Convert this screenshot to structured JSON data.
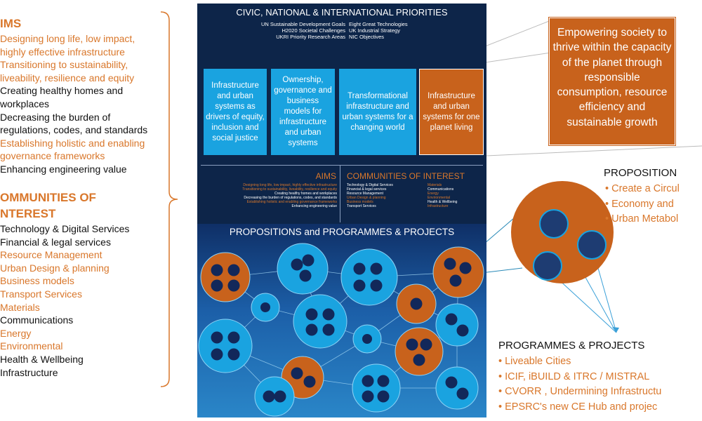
{
  "left": {
    "aims_heading": "IMS",
    "aims": [
      {
        "text": "Designing long life, low impact,",
        "color": "orange"
      },
      {
        "text": "highly effective infrastructure",
        "color": "orange"
      },
      {
        "text": "Transitioning to sustainability,",
        "color": "orange"
      },
      {
        "text": "liveability, resilience and equity",
        "color": "orange"
      },
      {
        "text": "Creating healthy  homes and",
        "color": "black"
      },
      {
        "text": "workplaces",
        "color": "black"
      },
      {
        "text": "Decreasing the burden of",
        "color": "black"
      },
      {
        "text": "regulations, codes, and standards",
        "color": "black"
      },
      {
        "text": "Establishing holistic and enabling",
        "color": "orange"
      },
      {
        "text": "governance frameworks",
        "color": "orange"
      },
      {
        "text": "Enhancing engineering value",
        "color": "black"
      }
    ],
    "coi_heading_1": "OMMUNITIES OF",
    "coi_heading_2": "NTEREST",
    "coi": [
      {
        "text": "Technology & Digital Services",
        "color": "black"
      },
      {
        "text": "Financial & legal services",
        "color": "black"
      },
      {
        "text": "Resource Management",
        "color": "orange"
      },
      {
        "text": "Urban Design & planning",
        "color": "orange"
      },
      {
        "text": "Business models",
        "color": "orange"
      },
      {
        "text": "Transport Services",
        "color": "orange"
      },
      {
        "text": "Materials",
        "color": "orange"
      },
      {
        "text": "Communications",
        "color": "black"
      },
      {
        "text": "Energy",
        "color": "orange"
      },
      {
        "text": "Environmental",
        "color": "orange"
      },
      {
        "text": "Health & Wellbeing",
        "color": "black"
      },
      {
        "text": "Infrastructure",
        "color": "black"
      }
    ]
  },
  "panel": {
    "title": "CIVIC, NATIONAL & INTERNATIONAL  PRIORITIES",
    "priorities_left": [
      "UN Sustainable Development Goals",
      "H2020 Societal Challenges",
      "UKRI Priority Research Areas"
    ],
    "priorities_right": [
      "Eight Great Technologies",
      "UK Industrial Strategy",
      "NIC Objectives"
    ],
    "boxes": [
      "Infrastructure and urban systems as drivers of equity, inclusion and social justice",
      "Ownership, governance and business models for infrastructure and urban systems",
      "Transformational infrastructure and urban systems for a changing world",
      "Infrastructure and urban systems for one planet living"
    ],
    "aims_label": "AIMS",
    "aims_small": [
      {
        "text": "Designing long life, low impact, highly effective infrastructure",
        "color": "orange"
      },
      {
        "text": "Transitioning to sustainability, liveability, resilience and equity",
        "color": "orange"
      },
      {
        "text": "Creating healthy homes and workplaces",
        "color": "white"
      },
      {
        "text": "Decreasing the burden of regulations, codes, and standards",
        "color": "white"
      },
      {
        "text": "Establishing holistic and enabling governance frameworks",
        "color": "orange"
      },
      {
        "text": "Enhancing engineering value",
        "color": "white"
      }
    ],
    "coi_label": "COMMUNITIES  OF INTEREST",
    "coi_small_left": [
      {
        "text": "Technology & Digital Services",
        "color": "white"
      },
      {
        "text": "Financial & legal services",
        "color": "white"
      },
      {
        "text": "Resource Management",
        "color": "white"
      },
      {
        "text": "Urban Design & planning",
        "color": "orange"
      },
      {
        "text": "Business models",
        "color": "orange"
      },
      {
        "text": "Transport Services",
        "color": "white"
      }
    ],
    "coi_small_right": [
      {
        "text": "Materials",
        "color": "orange"
      },
      {
        "text": "Communications",
        "color": "white"
      },
      {
        "text": "Energy",
        "color": "orange"
      },
      {
        "text": "Environmental",
        "color": "orange"
      },
      {
        "text": "Health & Wellbeing",
        "color": "white"
      },
      {
        "text": "Infrastructure",
        "color": "orange"
      }
    ],
    "programmes_label": "PROPOSITIONS and PROGRAMMES & PROJECTS"
  },
  "callout": "Empowering society to thrive within the capacity of the planet through responsible consumption, resource efficiency and sustainable growth",
  "proposition": {
    "heading": "PROPOSITION",
    "items": [
      "Create a Circul",
      "Economy and",
      "Urban Metabol"
    ]
  },
  "programmes": {
    "heading": "PROGRAMMES  & PROJECTS",
    "items": [
      "Liveable Cities",
      "ICIF, iBUILD & ITRC / MISTRAL",
      "CVORR , Undermining Infrastructu",
      "EPSRC's new CE Hub and projec"
    ]
  },
  "colors": {
    "orange": "#d9772b",
    "navy": "#0d2549",
    "cyan": "#1aa3e0",
    "burnt": "#c8621c",
    "dot": "#12285a"
  }
}
